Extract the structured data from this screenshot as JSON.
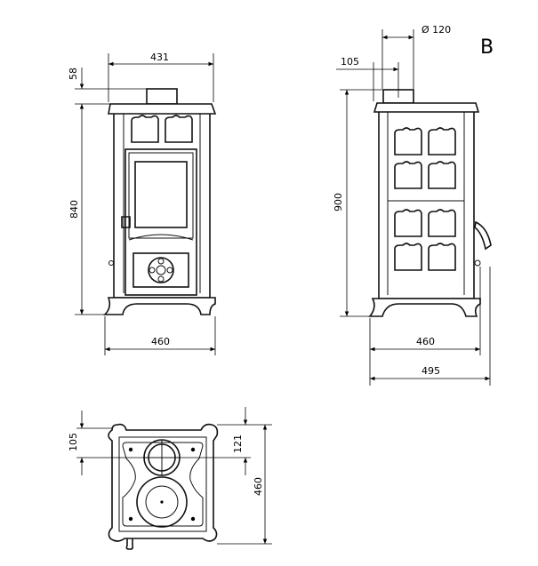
{
  "sheet_label": "B",
  "front_view": {
    "top_width": "431",
    "flue_height": "58",
    "body_height": "840",
    "base_width": "460"
  },
  "side_view": {
    "flue_diameter": "Ø 120",
    "flue_offset": "105",
    "total_height": "900",
    "body_depth": "460",
    "total_depth": "495"
  },
  "top_view": {
    "flue_offset_left": "105",
    "flue_offset_right": "121",
    "depth": "460"
  }
}
